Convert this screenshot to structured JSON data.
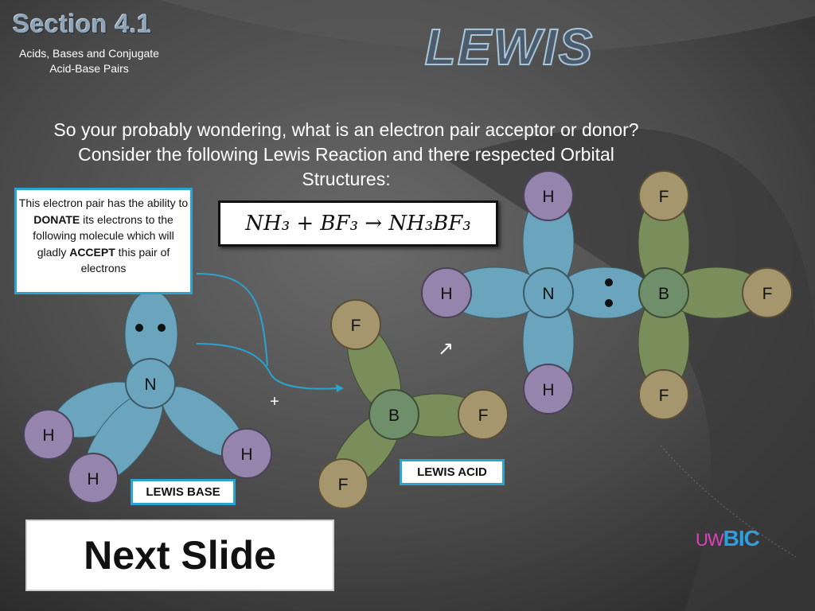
{
  "header": {
    "section": "Section 4.1",
    "subtitle": "Acids, Bases and Conjugate Acid-Base Pairs",
    "title": "LEWIS"
  },
  "intro": "So your probably wondering, what is an electron pair acceptor or donor? Consider the following Lewis Reaction and there respected Orbital Structures:",
  "callout": {
    "text1": "This electron pair has the ability to ",
    "bold1": "DONATE",
    "text2": " its electrons to the following molecule which will gladly ",
    "bold2": "ACCEPT",
    "text3": " this pair of electrons"
  },
  "equation": "NH₃ + BF₃ → NH₃BF₃",
  "labels": {
    "base": "LEWIS BASE",
    "acid": "LEWIS ACID"
  },
  "operators": {
    "plus": "+",
    "arrow": "↗"
  },
  "atoms": {
    "base": {
      "n": "N",
      "h1": "H",
      "h2": "H",
      "h3": "H"
    },
    "acid": {
      "b": "B",
      "f1": "F",
      "f2": "F",
      "f3": "F"
    },
    "adduct": {
      "n": "N",
      "b": "B",
      "h_top": "H",
      "h_left": "H",
      "h_bottom": "H",
      "f_top": "F",
      "f_right": "F",
      "f_bottom": "F"
    }
  },
  "next_button": "Next Slide",
  "logo": {
    "uw": "UW",
    "bic": "BIC"
  },
  "colors": {
    "nitrogen_lobe": "#6aa5bd",
    "boron_lobe": "#7a8e5c",
    "hydrogen": "#9585ad",
    "fluorine": "#a6966e",
    "center": "#6f8e6a",
    "accent": "#2aa3cf"
  }
}
